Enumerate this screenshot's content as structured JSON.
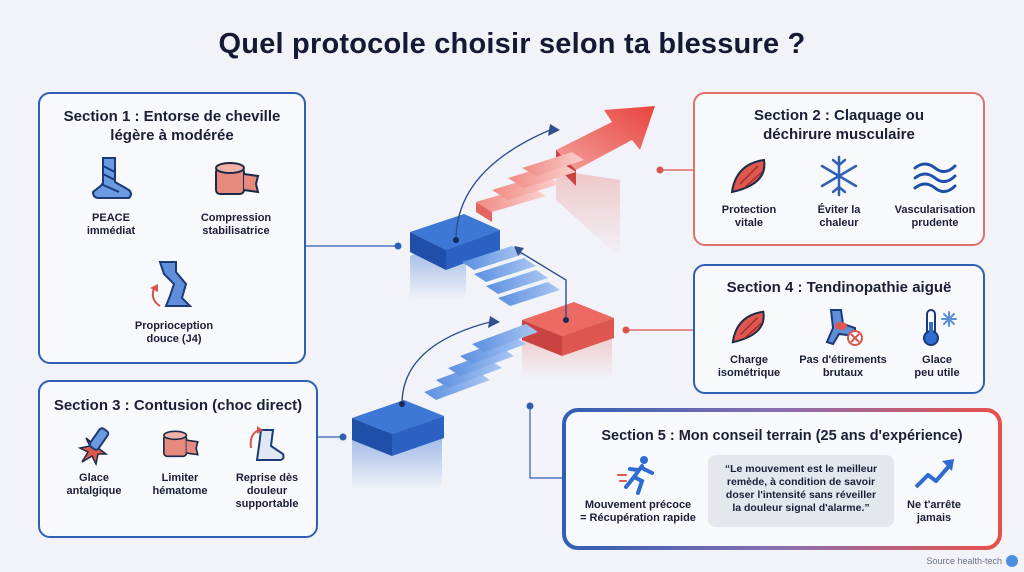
{
  "title": "Quel protocole choisir selon ta blessure ?",
  "section1": {
    "title_line1": "Section 1 : Entorse de cheville",
    "title_line2": "légère à modérée",
    "items": [
      {
        "line1": "PEACE",
        "line2": "immédiat",
        "icon": "ankle-bandage-icon"
      },
      {
        "line1": "Compression",
        "line2": "stabilisatrice",
        "icon": "compression-bandage-icon"
      },
      {
        "line1": "Proprioception",
        "line2": "douce (J4)",
        "icon": "leg-rotation-icon"
      }
    ]
  },
  "section2": {
    "title_line1": "Section 2 : Claquage ou",
    "title_line2": "déchirure musculaire",
    "items": [
      {
        "line1": "Protection",
        "line2": "vitale",
        "icon": "muscle-icon"
      },
      {
        "line1": "Éviter la",
        "line2": "chaleur",
        "icon": "snowflake-icon"
      },
      {
        "line1": "Vascularisation",
        "line2": "prudente",
        "icon": "waves-icon"
      }
    ]
  },
  "section3": {
    "title": "Section 3 : Contusion (choc direct)",
    "items": [
      {
        "line1": "Glace",
        "line2": "antalgique",
        "line3": "",
        "icon": "ice-impact-icon"
      },
      {
        "line1": "Limiter",
        "line2": "hématome",
        "line3": "",
        "icon": "bandage-roll-icon"
      },
      {
        "line1": "Reprise dès",
        "line2": "douleur",
        "line3": "supportable",
        "icon": "foot-recovery-icon"
      }
    ]
  },
  "section4": {
    "title": "Section 4 : Tendinopathie aiguë",
    "items": [
      {
        "line1": "Charge",
        "line2": "isométrique",
        "icon": "muscle-icon"
      },
      {
        "line1": "Pas d'étirements",
        "line2": "brutaux",
        "icon": "no-stretch-icon"
      },
      {
        "line1": "Glace",
        "line2": "peu utile",
        "icon": "thermometer-snow-icon"
      }
    ]
  },
  "section5": {
    "title": "Section 5 : Mon conseil terrain (25 ans d'expérience)",
    "left_line1": "Mouvement précoce",
    "left_line2": "= Récupération rapide",
    "quote_line1": "“Le mouvement est le meilleur",
    "quote_line2": "remède, à condition de savoir",
    "quote_line3": "doser l'intensité sans réveiller",
    "quote_line4": "la douleur signal d'alarme.”",
    "right_line1": "Ne t'arrête",
    "right_line2": "jamais",
    "left_icon": "running-person-icon",
    "right_icon": "trend-up-icon"
  },
  "source": "Source health-tech",
  "colors": {
    "blue": "#2f5fb3",
    "red": "#e0706a",
    "dark": "#1a1f36"
  }
}
